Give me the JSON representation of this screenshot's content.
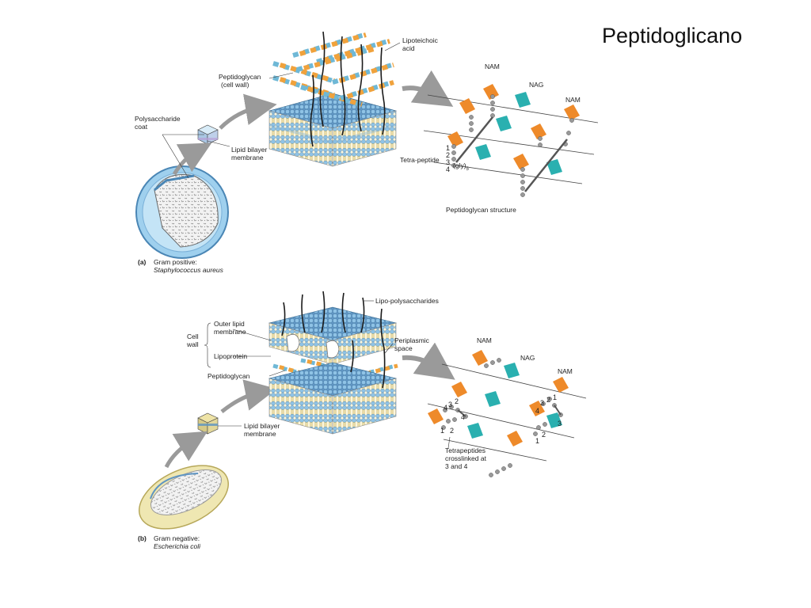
{
  "slide": {
    "title": "Peptidoglicano"
  },
  "panel_a": {
    "labels": {
      "lipoteichoic_acid_1": "Lipoteichoic",
      "lipoteichoic_acid_2": "acid",
      "peptidoglycan_1": "Peptidoglycan",
      "peptidoglycan_2": "(cell wall)",
      "polysaccharide_coat_1": "Polysaccharide",
      "polysaccharide_coat_2": "coat",
      "lipid_bilayer_1": "Lipid bilayer",
      "lipid_bilayer_2": "membrane",
      "nam_left": "NAM",
      "nag": "NAG",
      "nam_right": "NAM",
      "tetra_peptide": "Tetra-peptide",
      "gly": "(gly)",
      "gly_sub": "5",
      "structure_caption": "Peptidoglycan structure",
      "peptide_positions": [
        "1",
        "2",
        "3",
        "4"
      ],
      "caption_letter": "(a)",
      "caption_title": "Gram positive:",
      "caption_species": "Staphylococcus aureus"
    }
  },
  "panel_b": {
    "labels": {
      "lipo_polysaccharides": "Lipo-polysaccharides",
      "cell_wall_1": "Cell",
      "cell_wall_2": "wall",
      "outer_lipid_1": "Outer lipid",
      "outer_lipid_2": "membrane",
      "lipoprotein": "Lipoprotein",
      "periplasmic_1": "Periplasmic",
      "periplasmic_2": "space",
      "peptidoglycan": "Peptidoglycan",
      "lipid_bilayer_1": "Lipid bilayer",
      "lipid_bilayer_2": "membrane",
      "nam_left": "NAM",
      "nag": "NAG",
      "nam_right": "NAM",
      "tetrapeptides_1": "Tetrapeptides",
      "tetrapeptides_2": "crosslinked at",
      "tetrapeptides_3": "3 and 4",
      "peptide_positions": [
        "1",
        "2",
        "3",
        "4"
      ],
      "caption_letter": "(b)",
      "caption_title": "Gram negative:",
      "caption_species": "Escherichia coli"
    }
  },
  "colors": {
    "nam": "#ee8a2a",
    "nag": "#2ab0b0",
    "membrane_head": "#7fb3d9",
    "membrane_tail": "#d9c77a",
    "peptidoglycan_orange": "#f0a23c",
    "peptidoglycan_blue": "#6fb8d6",
    "arrow": "#9a9a9a",
    "gram_positive_cell": "#9fd0ee",
    "gram_negative_cell": "#efe7b2"
  }
}
